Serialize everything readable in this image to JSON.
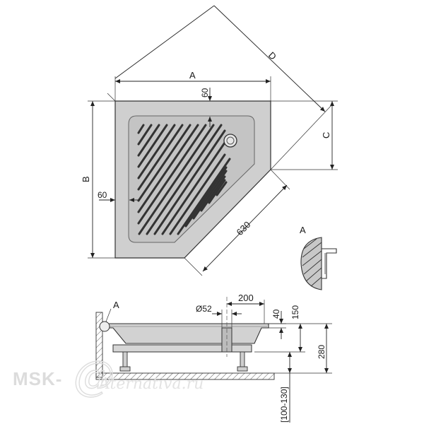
{
  "plan_view": {
    "label_a": "A",
    "label_b": "B",
    "label_c": "C",
    "label_d": "D",
    "rim_top": "60",
    "rim_left": "60",
    "diagonal_side": "630"
  },
  "detail": {
    "label": "A"
  },
  "section_view": {
    "label_a": "A",
    "drain_diameter": "Ø52",
    "drain_offset": "200",
    "rim_step": "40",
    "drain_depth": "150",
    "total_height": "280",
    "legs_range": "[100-130]"
  },
  "watermark": {
    "brand": "MSK-",
    "script": "Aternativa.ru"
  },
  "colors": {
    "tray_fill": "#cfcfcf",
    "tray_outline": "#333333",
    "inner_fill": "#c6c6c6",
    "detail_fill": "#c8c8c8"
  }
}
